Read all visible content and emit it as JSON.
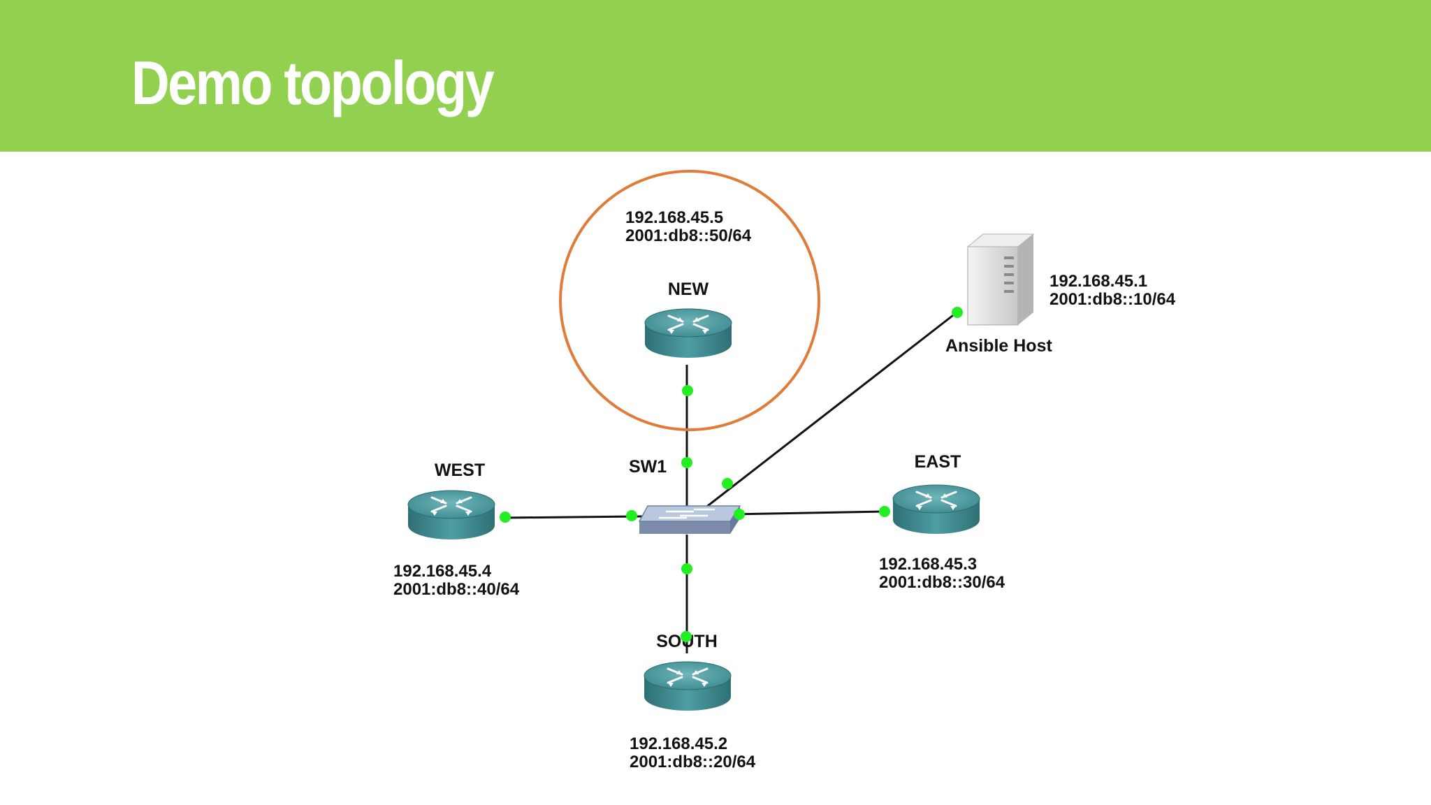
{
  "slide": {
    "title": "Demo topology"
  },
  "colors": {
    "header": "#92d050",
    "highlight": "#e07b39",
    "router": "#3f8d92",
    "port": "#22ee22"
  },
  "switch": {
    "name": "SW1"
  },
  "devices": {
    "new": {
      "name": "NEW",
      "ipv4": "192.168.45.5",
      "ipv6": "2001:db8::50/64",
      "icon": "router-icon"
    },
    "west": {
      "name": "WEST",
      "ipv4": "192.168.45.4",
      "ipv6": "2001:db8::40/64",
      "icon": "router-icon"
    },
    "east": {
      "name": "EAST",
      "ipv4": "192.168.45.3",
      "ipv6": "2001:db8::30/64",
      "icon": "router-icon"
    },
    "south": {
      "name": "SOUTH",
      "ipv4": "192.168.45.2",
      "ipv6": "2001:db8::20/64",
      "icon": "router-icon"
    },
    "ansible": {
      "name": "Ansible Host",
      "ipv4": "192.168.45.1",
      "ipv6": "2001:db8::10/64",
      "icon": "server-icon"
    }
  }
}
